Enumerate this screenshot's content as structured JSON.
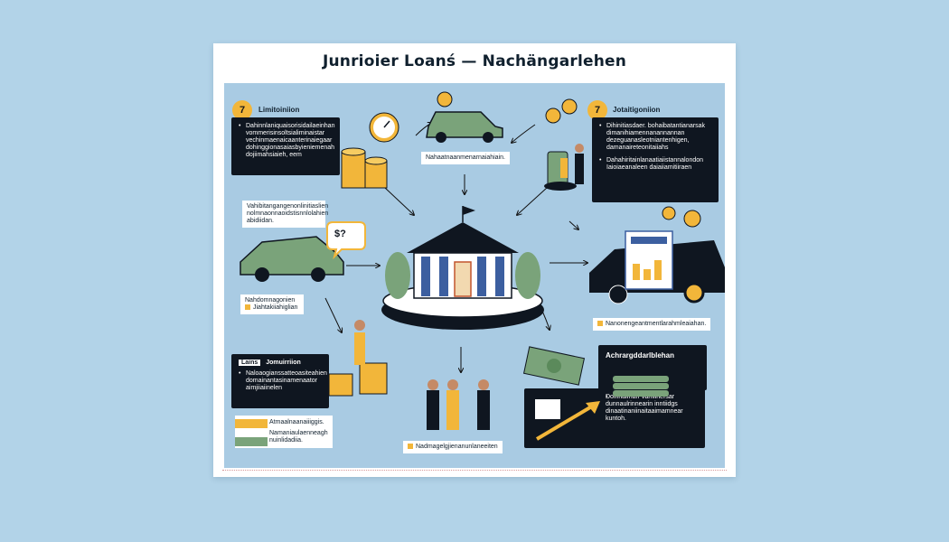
{
  "title": "Junrioier Loanś — Nachängarlehen",
  "steps": {
    "left_number": "7",
    "right_number": "7"
  },
  "headers": {
    "top_left": "Limitoiniion",
    "top_right": "Jotaitigoniion",
    "mid_left": "Jomuirriion",
    "mid_left_tag": "Lains",
    "bottom_right": "Achrargddarlblehan"
  },
  "boxes": {
    "top_left": [
      "Dahinnlaniquaisorisidailaeinhan vommerisinsoltsialiminaistar vechinmaenaicaanterinaiegaar dohinggionasaiasbyieniemenah dojiimahsiaieh, eem"
    ],
    "top_right": [
      "Dihinitiasdaer. bohaibatantianarsak dimanihiamennanannannan dezeguanasleotniantenhigen, damanaireteonitaiiahs",
      "Dahahiritainlanaatiaiistannalondon Iaioiaeanaleen daiaiiamitiiraen"
    ],
    "mid_left": [
      "Naloaogianssatteoasiteahien domainantasinamenaator aimjiiaiinelen"
    ],
    "bottom_right": [
      "Dolnnalman Vamiiriersar dunnaulrinnearin inntiidgs dinaatinaniinaitaaimamnear kuntoh."
    ]
  },
  "labels": {
    "left_upper": "Vahibitangangenonlinitiaslien nolmnaonnaoidstisnnlolahien abidiidan.",
    "center_top": "Nahaatnaanmenarnaiahiain.",
    "left_lower_1": "Nahdomnagonien",
    "left_lower_2": "Jiahtakiiahiglian",
    "right_mid": "Nanonengeantmentlarahmleaiahan.",
    "center_bottom": "Nadmagelgjienanunlaneeiten",
    "legend_1": "Atmaalnaanaiiiggis.",
    "legend_2": "Namaniaulaenneagh nuinlidadiia.",
    "speech_left": "$?"
  },
  "colors": {
    "accent": "#f2b63a",
    "box_dark": "#0f1620",
    "green": "#7aa37a",
    "background": "#b2d3e8"
  },
  "icons": [
    "bank-building-icon",
    "car-icon",
    "coins-icon",
    "clock-icon",
    "people-icon",
    "handshake-icon",
    "document-icon",
    "money-bill-icon",
    "growth-chart-icon"
  ]
}
